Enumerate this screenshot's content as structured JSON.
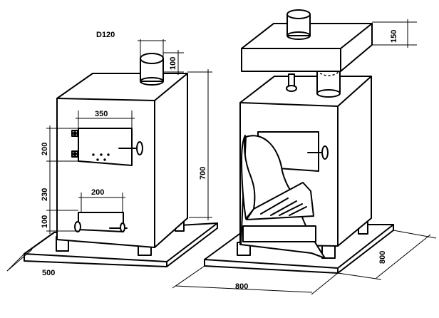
{
  "dimensions": {
    "chimney_diameter": "D120",
    "chimney_height": "100",
    "door_width": "350",
    "door_height": "200",
    "middle_gap": "230",
    "ashpit_width": "200",
    "ashpit_height": "100",
    "total_height": "700",
    "base_depth": "500",
    "base_width": "800",
    "base_length": "800",
    "hood_height": "150"
  }
}
